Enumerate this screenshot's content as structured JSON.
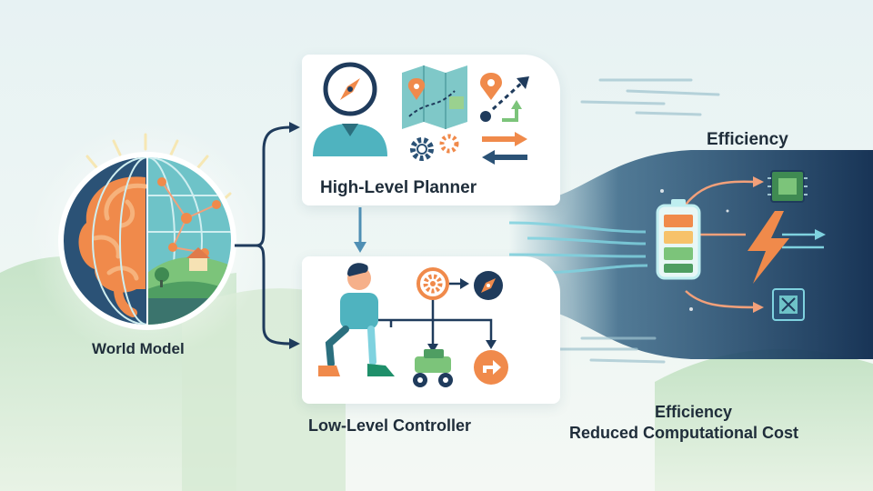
{
  "labels": {
    "world_model": "World Model",
    "high_level_planner": "High-Level Planner",
    "low_level_controller": "Low-Level Controller",
    "efficiency_top": "Efficiency",
    "efficiency_bottom": "Efficiency",
    "reduced_cost": "Reduced Computational Cost"
  },
  "icons": {
    "world_model": [
      "brain-icon",
      "network-globe-icon",
      "landscape-icon"
    ],
    "planner": [
      "person-icon",
      "compass-icon",
      "map-icon",
      "location-pin-icon",
      "route-arrow-icon",
      "gears-icon",
      "bidirectional-arrows-icon"
    ],
    "controller": [
      "walking-person-icon",
      "gear-icon",
      "compass-icon",
      "robot-vehicle-icon",
      "direction-sign-icon"
    ],
    "efficiency": [
      "battery-icon",
      "lightning-bolt-icon",
      "chip-icon",
      "chip-icon"
    ]
  },
  "colors": {
    "dark_navy": "#1f3b5c",
    "teal": "#4fb3bf",
    "orange": "#f08a4b",
    "green": "#7cc47a",
    "light_bg": "#e7f2f3"
  }
}
